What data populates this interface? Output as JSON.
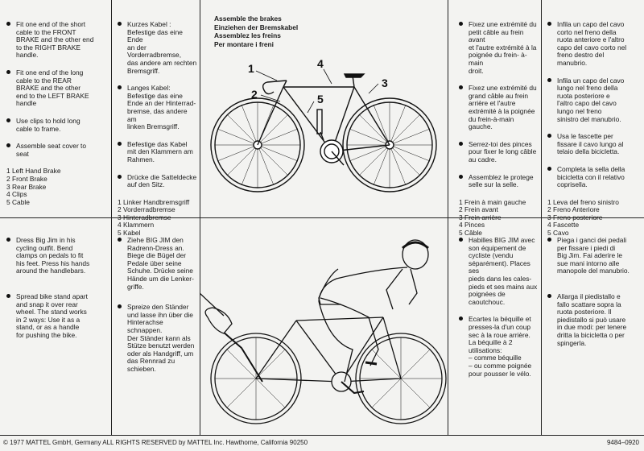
{
  "top": {
    "en_items": [
      "Fit one end of the short\ncable to the FRONT\nBRAKE and the other end\nto the RIGHT BRAKE\nhandle.",
      "Fit one end of the long\ncable to the REAR\nBRAKE and the other\nend to the LEFT BRAKE\nhandle",
      "Use clips to hold long\ncable to frame.",
      "Assemble seat cover to\nseat"
    ],
    "en_parts": "1 Left Hand Brake\n2 Front Brake\n3 Rear Brake\n4 Clips\n5 Cable",
    "de_items": [
      "Kurzes Kabel :\nBefestige das eine Ende\nan der Vorderradbremse,\ndas andere am rechten\nBremsgriff.",
      "Langes Kabel:\nBefestige das eine\nEnde an der Hinterrad-\nbremse, das andere am\nlinken Bremsgriff.",
      "Befestige das Kabel\nmit den Klammern am\nRahmen.",
      "Drücke die Satteldecke\nauf den Sitz."
    ],
    "de_parts": "1 Linker Handbremsgriff\n2 Vorderradbremse\n3 Hinteradbremse\n4 Klammern\n5 Kabel",
    "title_lines": [
      "Assemble the brakes",
      "Einziehen der Bremskabel",
      "Assemblez les freins",
      "Per montare i freni"
    ],
    "callouts": [
      "1",
      "2",
      "4",
      "5",
      "3"
    ],
    "fr_items": [
      "Fixez une extrémité du\npetit câble au frein avant\net l'autre extrémité à la\npoignée du frein- à-main\ndroit.",
      "Fixez une extrémité du\ngrand câble au frein\narrière et l'autre\nextrémité à la poignée\ndu frein-à-main gauche.",
      "Serrez-toi des pinces\npour fixer le long câble\nau cadre.",
      "Assemblez le protege\nselle sur la selle."
    ],
    "fr_parts": "1 Frein à main gauche\n2 Frein avant\n3 Frein arrière\n4 Pinces\n5 Câble",
    "it_items": [
      "Infila un capo del cavo\ncorto nel freno della\nruota anteriore e l'altro\ncapo del cavo corto nel\nfreno destro del\nmanubrio.",
      "Infila un capo del cavo\nlungo nel freno della\nruota posteriore e\nl'altro capo del cavo\nlungo nel freno\nsinistro del manubrio.",
      "Usa le fascette per\nfissare il cavo lungo al\ntelaio della bicicletta.",
      "Completa la sella della\nbicicletta con il relativo\ncoprisella."
    ],
    "it_parts": "1 Leva del freno sinistro\n2 Freno Anteriore\n3 Freno posteriore\n4 Fascette\n5 Cavo"
  },
  "bottom": {
    "en_items": [
      "Dress Big Jim in his\ncycling outfit. Bend\nclamps on pedals to fit\nhis feet. Press his hands\naround the handlebars.",
      "Spread bike stand apart\nand snap it over rear\nwheel. The stand works\nin 2 ways: Use it as a\nstand, or as a handle\nfor pushing the bike."
    ],
    "de_items": [
      "Ziehe BIG JIM den\nRadrenn-Dress an.\nBiege die Bügel der\nPedale über seine\nSchuhe. Drücke seine\nHände um die Lenker-\ngriffe.",
      "Spreize den Ständer\nund lasse ihn über die\nHinterachse schnappen.\nDer Ständer kann als\nStütze benutzt werden\noder als Handgriff, um\ndas Rennrad zu\nschieben."
    ],
    "fr_items": [
      "Habilles BIG JIM avec\nson équipement de\ncycliste (vendu\nséparément). Places ses\npieds dans les cales-\npieds et ses mains aux\npoignées de\ncaoutchouc.",
      "Ecartes la béquille et\npresses-la d'un coup\nsec à la roue arrière.\nLa béquille à 2\nutilisations:\n– comme béquille\n– ou comme poignée\npour pousser le vélo."
    ],
    "it_items": [
      "Piega i ganci dei pedali\nper fissare i piedi di\nBig Jim. Fai aderire le\nsue mani intorno alle\nmanopole del manubrio.",
      "Allarga il piedistallo e\nfallo scattare sopra la\nruota posteriore. Il\npiedistallo si può usare\nin due modi: per tenere\ndritta la bicicletta o per\nspingerla."
    ]
  },
  "footer": "© 1977 MATTEL GmbH, Germany   ALL RIGHTS RESERVED by MATTEL Inc.  Hawthorne, California 90250",
  "code": "9484–0920",
  "icons": [
    "bicycle-illustration",
    "cyclist-on-bicycle-illustration",
    "hand-holding-stand-illustration"
  ]
}
